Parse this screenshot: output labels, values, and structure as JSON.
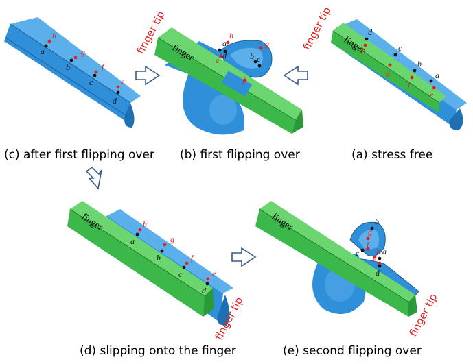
{
  "colors": {
    "tube": "#2f8fd8",
    "tube_dark": "#1f6fb3",
    "tube_light": "#5bb0ec",
    "finger": "#3cb84a",
    "finger_dark": "#2a9a38",
    "finger_light": "#6bd66f",
    "black_point": "#111111",
    "red_point": "#e02020",
    "arrow": "#ffffff",
    "arrow_stroke": "#3a5a88"
  },
  "labels": {
    "finger": "finger",
    "finger_tip": "finger tip"
  },
  "points_black": [
    "a",
    "b",
    "c",
    "d"
  ],
  "points_red": [
    "e",
    "f",
    "g",
    "h"
  ],
  "panels": [
    {
      "id": "a",
      "caption": "(a)  stress free"
    },
    {
      "id": "b",
      "caption": "(b) first flipping over"
    },
    {
      "id": "c",
      "caption": "(c) after first flipping over"
    },
    {
      "id": "d",
      "caption": "(d) slipping onto the finger"
    },
    {
      "id": "e",
      "caption": "(e) second flipping over"
    }
  ]
}
